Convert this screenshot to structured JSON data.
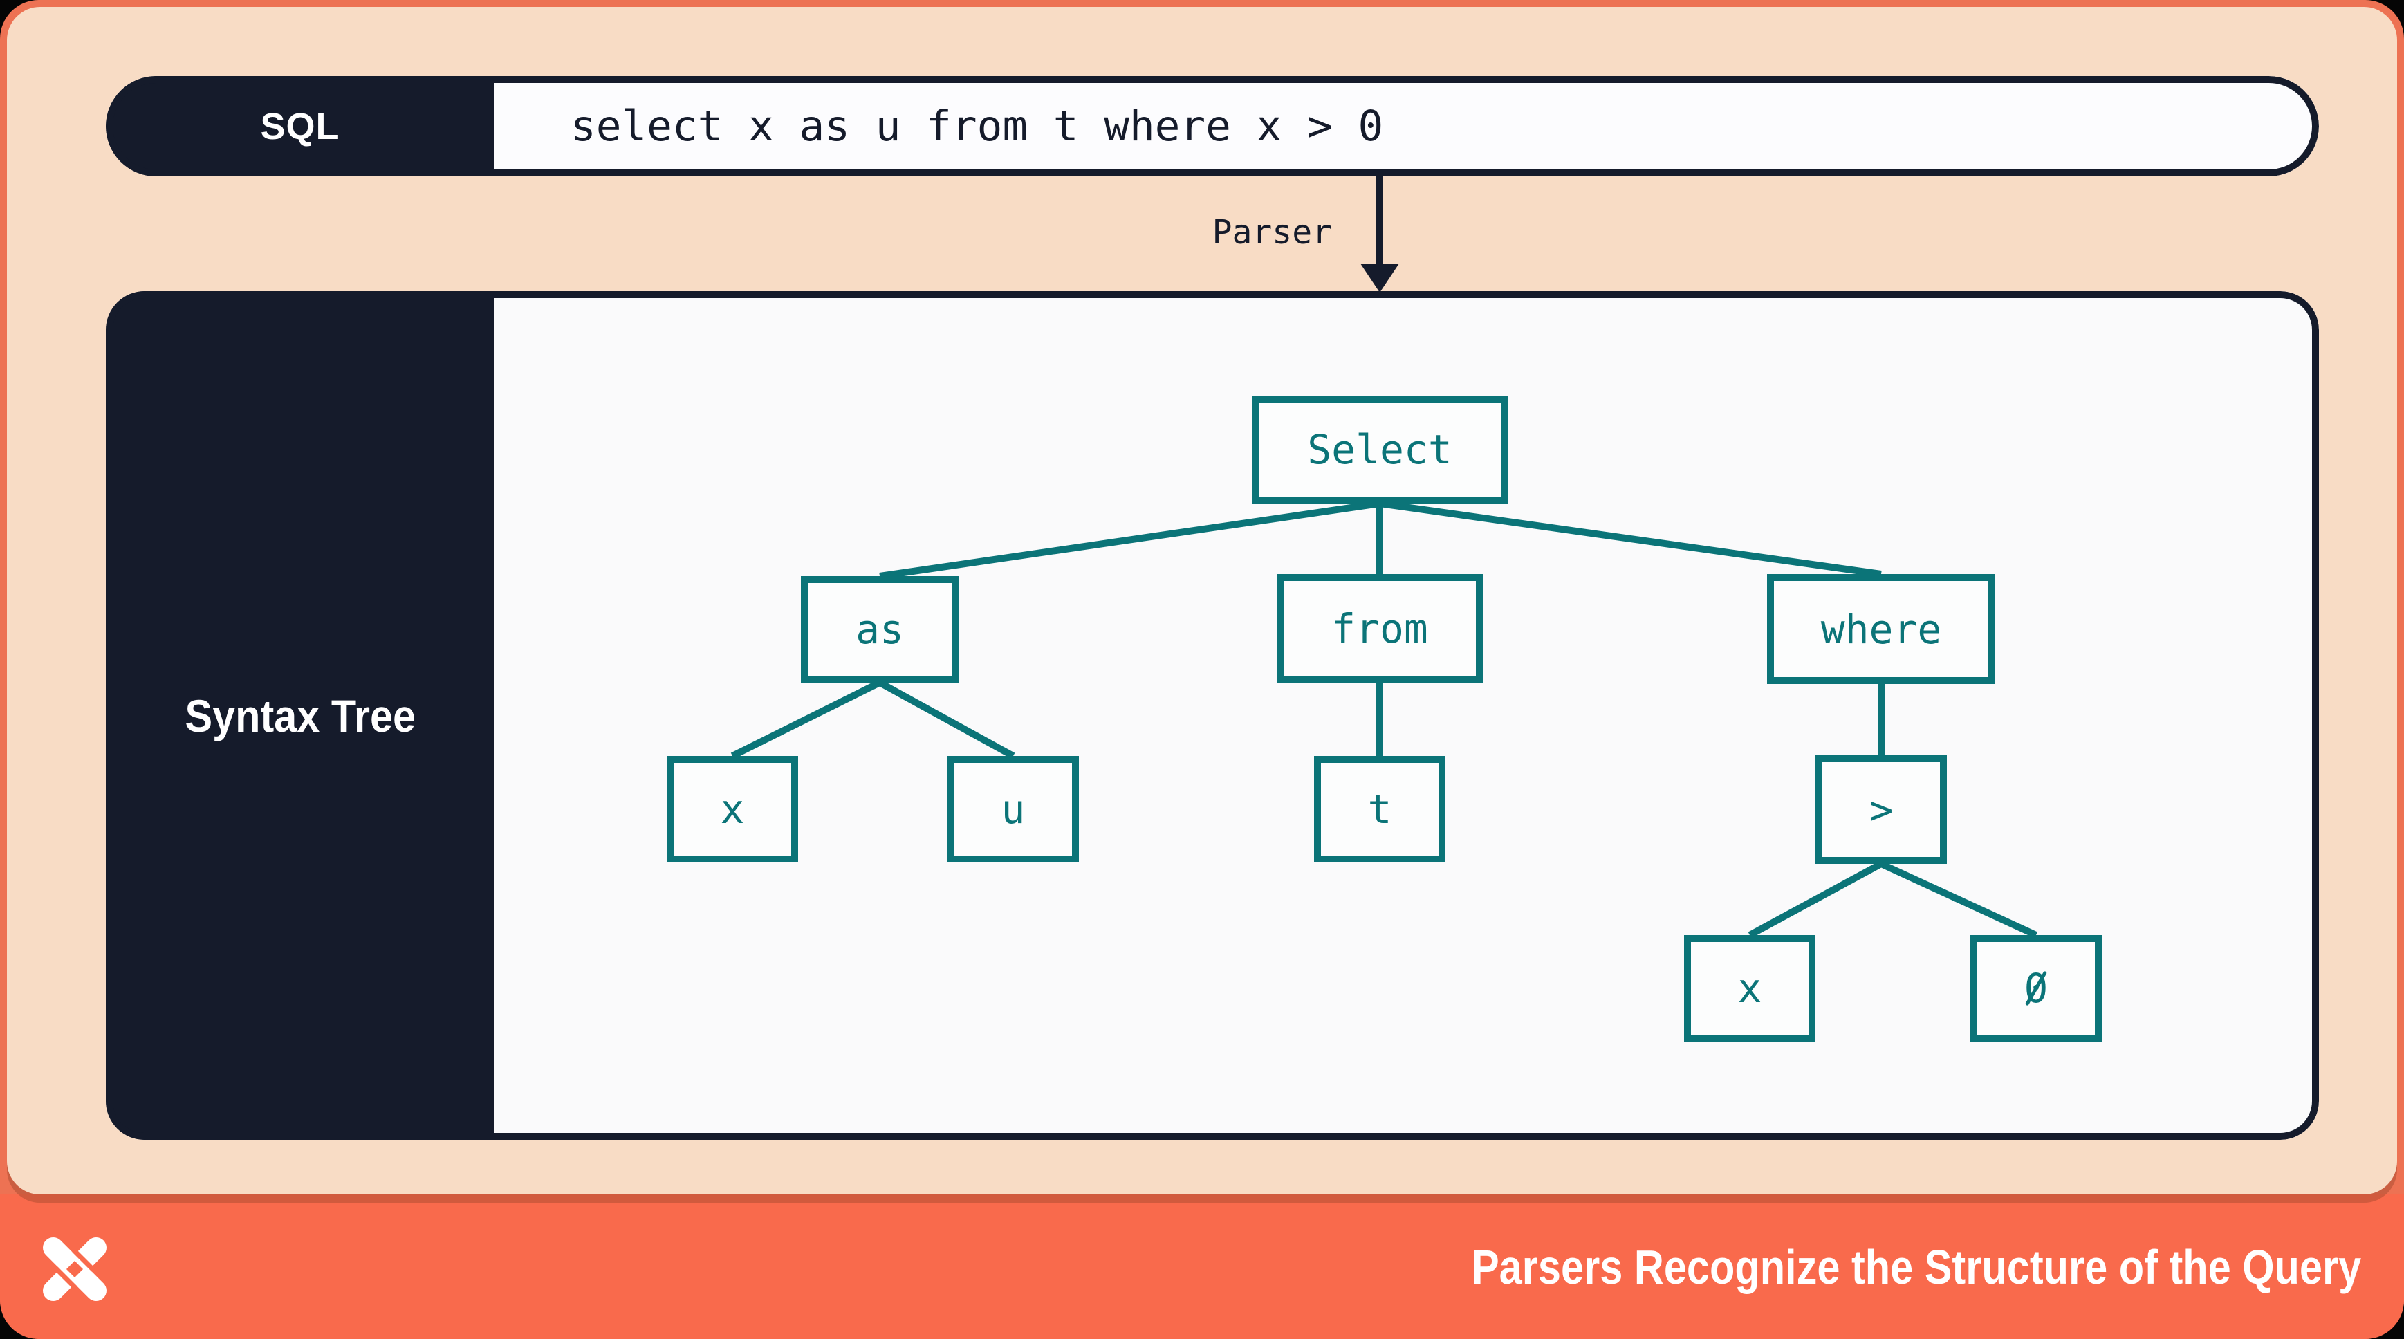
{
  "colors": {
    "frame_orange": "#ED7253",
    "footer_orange": "#F96A4C",
    "peach": "#F8DCC5",
    "navy": "#151B2B",
    "content_white": "#FAFAFB",
    "teal": "#0B7478",
    "text_white": "#FFFFFF"
  },
  "sql_bar": {
    "label": "SQL",
    "query": "select x as u from t where x > 0"
  },
  "parser": {
    "label": "Parser"
  },
  "syntax_tree": {
    "panel_label": "Syntax Tree",
    "nodes": [
      {
        "id": "select",
        "label": "Select",
        "parent": null
      },
      {
        "id": "as",
        "label": "as",
        "parent": "select"
      },
      {
        "id": "from",
        "label": "from",
        "parent": "select"
      },
      {
        "id": "where",
        "label": "where",
        "parent": "select"
      },
      {
        "id": "x-alias",
        "label": "x",
        "parent": "as"
      },
      {
        "id": "u",
        "label": "u",
        "parent": "as"
      },
      {
        "id": "t",
        "label": "t",
        "parent": "from"
      },
      {
        "id": "gt",
        "label": ">",
        "parent": "where"
      },
      {
        "id": "x-cond",
        "label": "x",
        "parent": "gt"
      },
      {
        "id": "zero",
        "label": "0",
        "parent": "gt"
      }
    ]
  },
  "footer": {
    "title": "Parsers Recognize the Structure of the Query",
    "logo": "dolt-x-logo"
  }
}
